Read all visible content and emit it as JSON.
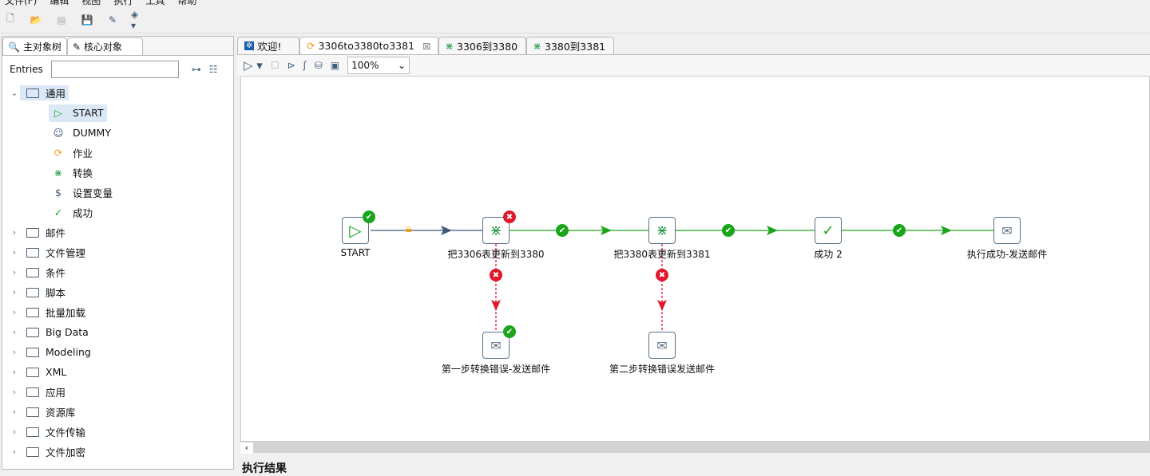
{
  "menu": [
    "文件(F)",
    "编辑",
    "视图",
    "执行",
    "工具",
    "帮助"
  ],
  "left": {
    "tabs": [
      "主对象树",
      "核心对象"
    ],
    "entries_label": "Entries",
    "entries_value": "",
    "tree": [
      {
        "label": "通用",
        "expanded": true,
        "children": [
          "START",
          "DUMMY",
          "作业",
          "转换",
          "设置变量",
          "成功"
        ]
      },
      {
        "label": "邮件"
      },
      {
        "label": "文件管理"
      },
      {
        "label": "条件"
      },
      {
        "label": "脚本"
      },
      {
        "label": "批量加载"
      },
      {
        "label": "Big Data"
      },
      {
        "label": "Modeling"
      },
      {
        "label": "XML"
      },
      {
        "label": "应用"
      },
      {
        "label": "资源库"
      },
      {
        "label": "文件传输"
      },
      {
        "label": "文件加密"
      }
    ]
  },
  "editor": {
    "tabs": [
      "欢迎!",
      "3306to3380to3381",
      "3306到3380",
      "3380到3381"
    ],
    "active_tab": 1,
    "zoom": "100%"
  },
  "canvas": {
    "nodes": {
      "start": "START",
      "t1": "把3306表更新到3380",
      "t2": "把3380表更新到3381",
      "success": "成功 2",
      "mail_ok": "执行成功-发送邮件",
      "mail_err1": "第一步转换错误-发送邮件",
      "mail_err2": "第二步转换错误发送邮件"
    }
  },
  "bottom": {
    "title": "执行结果"
  },
  "colors": {
    "ok": "#1aa51a",
    "error": "#e0182c",
    "hop": "#3d5a7a",
    "accent": "#2a9d4a"
  }
}
